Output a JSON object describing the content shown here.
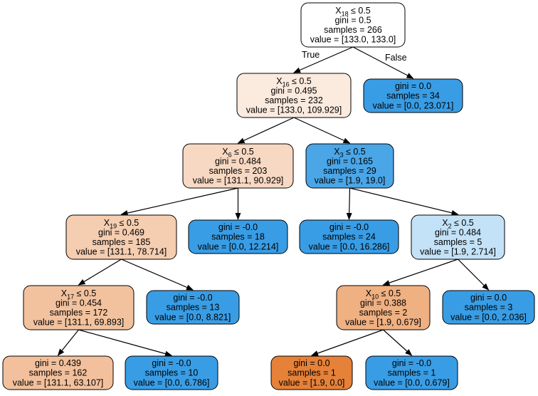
{
  "colors": {
    "white": "#ffffff",
    "orange_light": "#fbeade",
    "orange_pale": "#f7d8c2",
    "orange_mid": "#f5cdb0",
    "orange_deep": "#f2c29f",
    "orange_salmon": "#f2c09c",
    "orange_strong": "#efb082",
    "orange_full": "#e58139",
    "blue_full": "#399de5",
    "blue_mid": "#4aa6e7",
    "blue_pale": "#c4e2f7",
    "border": "#000000"
  },
  "tree": {
    "nodes": [
      {
        "id": "n0",
        "color": "white",
        "split": {
          "feature": "X",
          "index": "18",
          "threshold": "≤ 0.5"
        },
        "lines": [
          "gini = 0.5",
          "samples = 266",
          "value = [133.0, 133.0]"
        ]
      },
      {
        "id": "n1",
        "color": "orange_light",
        "split": {
          "feature": "X",
          "index": "16",
          "threshold": "≤ 0.5"
        },
        "lines": [
          "gini = 0.495",
          "samples = 232",
          "value = [133.0, 109.929]"
        ]
      },
      {
        "id": "n2",
        "color": "blue_full",
        "split": null,
        "lines": [
          "gini = 0.0",
          "samples = 34",
          "value = [0.0, 23.071]"
        ]
      },
      {
        "id": "n3",
        "color": "orange_pale",
        "split": {
          "feature": "X",
          "index": "6",
          "threshold": "≤ 0.5"
        },
        "lines": [
          "gini = 0.484",
          "samples = 203",
          "value = [131.1, 90.929]"
        ]
      },
      {
        "id": "n4",
        "color": "blue_mid",
        "split": {
          "feature": "X",
          "index": "3",
          "threshold": "≤ 0.5"
        },
        "lines": [
          "gini = 0.165",
          "samples = 29",
          "value = [1.9, 19.0]"
        ]
      },
      {
        "id": "n5",
        "color": "orange_mid",
        "split": {
          "feature": "X",
          "index": "19",
          "threshold": "≤ 0.5"
        },
        "lines": [
          "gini = 0.469",
          "samples = 185",
          "value = [131.1, 78.714]"
        ]
      },
      {
        "id": "n6",
        "color": "blue_full",
        "split": null,
        "lines": [
          "gini = -0.0",
          "samples = 18",
          "value = [0.0, 12.214]"
        ]
      },
      {
        "id": "n7",
        "color": "blue_full",
        "split": null,
        "lines": [
          "gini = -0.0",
          "samples = 24",
          "value = [0.0, 16.286]"
        ]
      },
      {
        "id": "n8",
        "color": "blue_pale",
        "split": {
          "feature": "X",
          "index": "2",
          "threshold": "≤ 0.5"
        },
        "lines": [
          "gini = 0.484",
          "samples = 5",
          "value = [1.9, 2.714]"
        ]
      },
      {
        "id": "n9",
        "color": "orange_deep",
        "split": {
          "feature": "X",
          "index": "17",
          "threshold": "≤ 0.5"
        },
        "lines": [
          "gini = 0.454",
          "samples = 172",
          "value = [131.1, 69.893]"
        ]
      },
      {
        "id": "n10",
        "color": "blue_full",
        "split": null,
        "lines": [
          "gini = -0.0",
          "samples = 13",
          "value = [0.0, 8.821]"
        ]
      },
      {
        "id": "n11",
        "color": "orange_strong",
        "split": {
          "feature": "X",
          "index": "10",
          "threshold": "≤ 0.5"
        },
        "lines": [
          "gini = 0.388",
          "samples = 2",
          "value = [1.9, 0.679]"
        ]
      },
      {
        "id": "n12",
        "color": "blue_full",
        "split": null,
        "lines": [
          "gini = 0.0",
          "samples = 3",
          "value = [0.0, 2.036]"
        ]
      },
      {
        "id": "n13",
        "color": "orange_salmon",
        "split": null,
        "lines": [
          "gini = 0.439",
          "samples = 162",
          "value = [131.1, 63.107]"
        ]
      },
      {
        "id": "n14",
        "color": "blue_full",
        "split": null,
        "lines": [
          "gini = -0.0",
          "samples = 10",
          "value = [0.0, 6.786]"
        ]
      },
      {
        "id": "n15",
        "color": "orange_full",
        "split": null,
        "lines": [
          "gini = 0.0",
          "samples = 1",
          "value = [1.9, 0.0]"
        ]
      },
      {
        "id": "n16",
        "color": "blue_full",
        "split": null,
        "lines": [
          "gini = -0.0",
          "samples = 1",
          "value = [0.0, 0.679]"
        ]
      }
    ],
    "edges": [
      {
        "from": "n0",
        "to": "n1",
        "label": "True"
      },
      {
        "from": "n0",
        "to": "n2",
        "label": "False"
      },
      {
        "from": "n1",
        "to": "n3",
        "label": ""
      },
      {
        "from": "n1",
        "to": "n4",
        "label": ""
      },
      {
        "from": "n3",
        "to": "n5",
        "label": ""
      },
      {
        "from": "n3",
        "to": "n6",
        "label": ""
      },
      {
        "from": "n4",
        "to": "n7",
        "label": ""
      },
      {
        "from": "n4",
        "to": "n8",
        "label": ""
      },
      {
        "from": "n5",
        "to": "n9",
        "label": ""
      },
      {
        "from": "n5",
        "to": "n10",
        "label": ""
      },
      {
        "from": "n8",
        "to": "n11",
        "label": ""
      },
      {
        "from": "n8",
        "to": "n12",
        "label": ""
      },
      {
        "from": "n9",
        "to": "n13",
        "label": ""
      },
      {
        "from": "n9",
        "to": "n14",
        "label": ""
      },
      {
        "from": "n11",
        "to": "n15",
        "label": ""
      },
      {
        "from": "n11",
        "to": "n16",
        "label": ""
      }
    ]
  }
}
